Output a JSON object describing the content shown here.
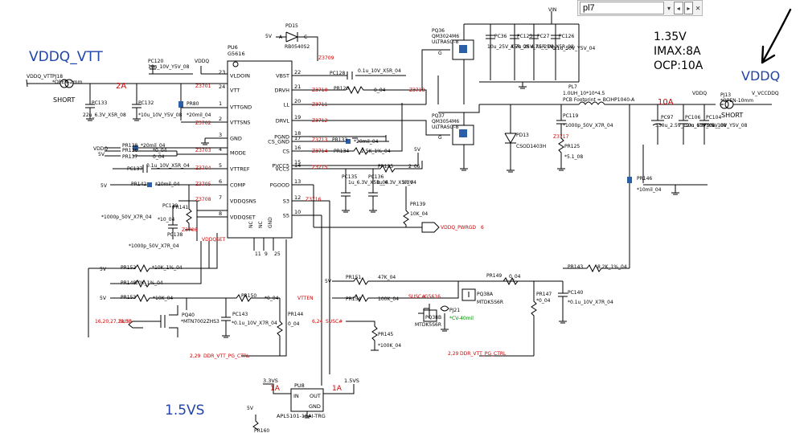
{
  "find_bar": {
    "query": "pl7"
  },
  "ann": {
    "vddq_vtt": "VDDQ_VTT",
    "vddq": "VDDQ",
    "v135": "1.35V",
    "imax": "IMAX:8A",
    "ocp": "OCP:10A",
    "v15vs": "1.5VS"
  },
  "ic_pu6": {
    "ref": "PU6",
    "part": "G5616",
    "left_pins": [
      {
        "num": "23",
        "name": "VLDOIN"
      },
      {
        "num": "24",
        "name": "VTT"
      },
      {
        "num": "1",
        "name": "VTTGND"
      },
      {
        "num": "2",
        "name": "VTTSNS"
      },
      {
        "num": "3",
        "name": "GND"
      },
      {
        "num": "4",
        "name": "MODE"
      },
      {
        "num": "5",
        "name": "VTTREF"
      },
      {
        "num": "6",
        "name": "COMP"
      },
      {
        "num": "7",
        "name": "VDDQSNS"
      },
      {
        "num": "8",
        "name": "VDDQSET"
      }
    ],
    "right_pins": [
      {
        "num": "22",
        "name": "VBST"
      },
      {
        "num": "21",
        "name": "DRVH"
      },
      {
        "num": "20",
        "name": "LL"
      },
      {
        "num": "19",
        "name": "DRVL"
      },
      {
        "num": "18",
        "name": "PGND"
      },
      {
        "num": "17",
        "name": "CS_GND"
      },
      {
        "num": "16",
        "name": "CS"
      },
      {
        "num": "15",
        "name": "PVCC5"
      },
      {
        "num": "14",
        "name": "VCC5"
      },
      {
        "num": "13",
        "name": "PGOOD"
      },
      {
        "num": "12",
        "name": "S3"
      },
      {
        "num": "10",
        "name": "S5"
      }
    ],
    "bottom_pins": [
      "NC",
      "NC",
      "GND"
    ],
    "bottom_nums": [
      "11",
      "9",
      "25"
    ]
  },
  "ic_pu8": {
    "ref": "PU8",
    "part": "APL5101-15AI-TRG",
    "pin_in": "IN",
    "pin_out": "OUT",
    "pin_gnd": "GND",
    "in_net": "3.3VS",
    "out_net": "1.5VS",
    "in_current": "1A",
    "out_current": "1A"
  },
  "labels": [
    {
      "t": "VDDQ_VTT",
      "c": "#000000"
    },
    {
      "t": "PJ18",
      "c": "#000000"
    },
    {
      "t": "*OPEN-2mm",
      "c": "#000000"
    },
    {
      "t": "SHORT",
      "c": "#000000"
    },
    {
      "t": "2A",
      "c": "#cc0000"
    },
    {
      "t": "PC120",
      "c": "#000000"
    },
    {
      "t": "10u_10V_Y5V_08",
      "c": "#000000"
    },
    {
      "t": "VDDQ",
      "c": "#000000"
    },
    {
      "t": "PC133",
      "c": "#000000"
    },
    {
      "t": "22u_6.3V_X5R_08",
      "c": "#000000"
    },
    {
      "t": "PC132",
      "c": "#000000"
    },
    {
      "t": "*10u_10V_Y5V_08",
      "c": "#000000"
    },
    {
      "t": "PR80",
      "c": "#000000"
    },
    {
      "t": "*20mil_04",
      "c": "#000000"
    },
    {
      "t": "Z3701",
      "c": "#cc0000"
    },
    {
      "t": "Z3702",
      "c": "#cc0000"
    },
    {
      "t": "PR138",
      "c": "#000000"
    },
    {
      "t": "PR136",
      "c": "#000000"
    },
    {
      "t": "PR137",
      "c": "#000000"
    },
    {
      "t": "*20mil_04",
      "c": "#000000"
    },
    {
      "t": "*0_04",
      "c": "#000000"
    },
    {
      "t": "0_04",
      "c": "#000000"
    },
    {
      "t": "VDDQ",
      "c": "#000000"
    },
    {
      "t": "5V",
      "c": "#000000"
    },
    {
      "t": "PC137",
      "c": "#000000"
    },
    {
      "t": "0.1u_10V_X5R_04",
      "c": "#000000"
    },
    {
      "t": "Z3703",
      "c": "#cc0000"
    },
    {
      "t": "Z3704",
      "c": "#cc0000"
    },
    {
      "t": "5V",
      "c": "#000000"
    },
    {
      "t": "PR142",
      "c": "#000000"
    },
    {
      "t": "*20mil_04",
      "c": "#000000"
    },
    {
      "t": "Z3705",
      "c": "#cc0000"
    },
    {
      "t": "PC139",
      "c": "#000000"
    },
    {
      "t": "PR141",
      "c": "#000000"
    },
    {
      "t": "*1000p_50V_X7R_04",
      "c": "#000000"
    },
    {
      "t": "*10_04",
      "c": "#000000"
    },
    {
      "t": "PC138",
      "c": "#000000"
    },
    {
      "t": "*1000p_50V_X7R_04",
      "c": "#000000"
    },
    {
      "t": "Z3706",
      "c": "#cc0000"
    },
    {
      "t": "Z3708",
      "c": "#cc0000"
    },
    {
      "t": "VDDQSET",
      "c": "#cc0000"
    },
    {
      "t": "PD15",
      "c": "#000000"
    },
    {
      "t": "RB0540S2",
      "c": "#000000"
    },
    {
      "t": "5V",
      "c": "#000000"
    },
    {
      "t": "A",
      "c": "#000000"
    },
    {
      "t": "C",
      "c": "#000000"
    },
    {
      "t": "Z3709",
      "c": "#cc0000"
    },
    {
      "t": "PC128",
      "c": "#000000"
    },
    {
      "t": "0.1u_10V_X5R_04",
      "c": "#000000"
    },
    {
      "t": "PR120",
      "c": "#000000"
    },
    {
      "t": "0_04",
      "c": "#000000"
    },
    {
      "t": "Z3710",
      "c": "#cc0000"
    },
    {
      "t": "Z3718",
      "c": "#cc0000"
    },
    {
      "t": "Z3711",
      "c": "#cc0000"
    },
    {
      "t": "Z3712",
      "c": "#cc0000"
    },
    {
      "t": "Z3713",
      "c": "#cc0000"
    },
    {
      "t": "PR133",
      "c": "#000000"
    },
    {
      "t": "*20mil_04",
      "c": "#000000"
    },
    {
      "t": "Z3714",
      "c": "#cc0000"
    },
    {
      "t": "PR134",
      "c": "#000000"
    },
    {
      "t": "2.5K_1%_04",
      "c": "#000000"
    },
    {
      "t": "5V",
      "c": "#000000"
    },
    {
      "t": "Z3715",
      "c": "#cc0000"
    },
    {
      "t": "PR135",
      "c": "#000000"
    },
    {
      "t": "2_06",
      "c": "#000000"
    },
    {
      "t": "PC135",
      "c": "#000000"
    },
    {
      "t": "1u_6.3V_X5R_04",
      "c": "#000000"
    },
    {
      "t": "PC136",
      "c": "#000000"
    },
    {
      "t": "1u_6.3V_X5R_04",
      "c": "#000000"
    },
    {
      "t": "3.3V",
      "c": "#000000"
    },
    {
      "t": "PR139",
      "c": "#000000"
    },
    {
      "t": "10K_04",
      "c": "#000000"
    },
    {
      "t": "Z3716",
      "c": "#cc0000"
    },
    {
      "t": "VDDQ_PWRGD",
      "c": "#cc0000"
    },
    {
      "t": "6",
      "c": "#cc0000"
    },
    {
      "t": "PQ36",
      "c": "#000000"
    },
    {
      "t": "QM3024M6",
      "c": "#000000"
    },
    {
      "t": "ULTRASO-8",
      "c": "#000000"
    },
    {
      "t": "G",
      "c": "#000000"
    },
    {
      "t": "PQ37",
      "c": "#000000"
    },
    {
      "t": "QM3054M6",
      "c": "#000000"
    },
    {
      "t": "ULTRASO-8",
      "c": "#000000"
    },
    {
      "t": "G",
      "c": "#000000"
    },
    {
      "t": "VIN",
      "c": "#000000"
    },
    {
      "t": "PC36",
      "c": "#000000"
    },
    {
      "t": "PC123",
      "c": "#000000"
    },
    {
      "t": "PC27",
      "c": "#000000"
    },
    {
      "t": "PC126",
      "c": "#000000"
    },
    {
      "t": "10u_25V_X5R_08",
      "c": "#000000"
    },
    {
      "t": "4.7u_25V_X5R_08",
      "c": "#000000"
    },
    {
      "t": "4.7u_25V_X5R_08",
      "c": "#000000"
    },
    {
      "t": "0.1u_50V_Y5V_04",
      "c": "#000000"
    },
    {
      "t": "PL7",
      "c": "#000000"
    },
    {
      "t": "1.0UH_10*10*4.5",
      "c": "#000000"
    },
    {
      "t": "PCB Footprint = BCIHP1040-A",
      "c": "#000000"
    },
    {
      "t": "PD13",
      "c": "#000000"
    },
    {
      "t": "CSOD1403H",
      "c": "#000000"
    },
    {
      "t": "PC119",
      "c": "#000000"
    },
    {
      "t": "*1000p_50V_X7R_04",
      "c": "#000000"
    },
    {
      "t": "Z3717",
      "c": "#cc0000"
    },
    {
      "t": "PR125",
      "c": "#000000"
    },
    {
      "t": "*5.1_08",
      "c": "#000000"
    },
    {
      "t": "10A",
      "c": "#cc0000"
    },
    {
      "t": "VDDQ",
      "c": "#000000"
    },
    {
      "t": "PJ13",
      "c": "#000000"
    },
    {
      "t": "*OPEN-10mm",
      "c": "#000000"
    },
    {
      "t": "SHORT",
      "c": "#000000"
    },
    {
      "t": "V_VCCDDQ",
      "c": "#000000"
    },
    {
      "t": "PC97",
      "c": "#000000"
    },
    {
      "t": "330u_2.5V_12m_6.6*5.9",
      "c": "#000000"
    },
    {
      "t": "PC106",
      "c": "#000000"
    },
    {
      "t": "10u_10V_Y5V_08",
      "c": "#000000"
    },
    {
      "t": "PC104",
      "c": "#000000"
    },
    {
      "t": "10u_10V_Y5V_08",
      "c": "#000000"
    },
    {
      "t": "PR146",
      "c": "#000000"
    },
    {
      "t": "*10mil_04",
      "c": "#000000"
    },
    {
      "t": "PR143",
      "c": "#000000"
    },
    {
      "t": "8.2K_1%_04",
      "c": "#000000"
    },
    {
      "t": "5V",
      "c": "#000000"
    },
    {
      "t": "PR152",
      "c": "#000000"
    },
    {
      "t": "*10K_1%_04",
      "c": "#000000"
    },
    {
      "t": "PR148",
      "c": "#000000"
    },
    {
      "t": "10K_1%_04",
      "c": "#000000"
    },
    {
      "t": "5V",
      "c": "#000000"
    },
    {
      "t": "PR153",
      "c": "#000000"
    },
    {
      "t": "*10K_04",
      "c": "#000000"
    },
    {
      "t": "16,20,27,29,30",
      "c": "#cc0000"
    },
    {
      "t": "SUSB",
      "c": "#cc0000"
    },
    {
      "t": "PQ40",
      "c": "#000000"
    },
    {
      "t": "*MTN7002ZHS3",
      "c": "#000000"
    },
    {
      "t": "PC143",
      "c": "#000000"
    },
    {
      "t": "*0.1u_10V_X7R_04",
      "c": "#000000"
    },
    {
      "t": "PR150",
      "c": "#000000"
    },
    {
      "t": "*0_04",
      "c": "#000000"
    },
    {
      "t": "VTTEN",
      "c": "#cc0000"
    },
    {
      "t": "PR144",
      "c": "#000000"
    },
    {
      "t": "0_04",
      "c": "#000000"
    },
    {
      "t": "2,29",
      "c": "#cc0000"
    },
    {
      "t": "DDR_VTT_PG_CTRL",
      "c": "#cc0000"
    },
    {
      "t": "5V",
      "c": "#000000"
    },
    {
      "t": "PR151",
      "c": "#000000"
    },
    {
      "t": "47K_04",
      "c": "#000000"
    },
    {
      "t": "PR154",
      "c": "#000000"
    },
    {
      "t": "100K_04",
      "c": "#000000"
    },
    {
      "t": "SUSC#",
      "c": "#cc0000"
    },
    {
      "t": "G5616",
      "c": "#cc0000"
    },
    {
      "t": "PJ21",
      "c": "#000000"
    },
    {
      "t": "*CV-40mil",
      "c": "#008800"
    },
    {
      "t": "6,24",
      "c": "#cc0000"
    },
    {
      "t": "SUSC#",
      "c": "#cc0000"
    },
    {
      "t": "PQ38B",
      "c": "#000000"
    },
    {
      "t": "MTDK5S6R",
      "c": "#000000"
    },
    {
      "t": "PR145",
      "c": "#000000"
    },
    {
      "t": "*100K_04",
      "c": "#000000"
    },
    {
      "t": "PQ38A",
      "c": "#000000"
    },
    {
      "t": "MTDK5S6R",
      "c": "#000000"
    },
    {
      "t": "PR149",
      "c": "#000000"
    },
    {
      "t": "0_04",
      "c": "#000000"
    },
    {
      "t": "PR147",
      "c": "#000000"
    },
    {
      "t": "*0_04",
      "c": "#000000"
    },
    {
      "t": "PC140",
      "c": "#000000"
    },
    {
      "t": "*0.1u_10V_X7R_04",
      "c": "#000000"
    },
    {
      "t": "2,29",
      "c": "#cc0000"
    },
    {
      "t": "DDR_VTT_PG_CTRL",
      "c": "#cc0000"
    },
    {
      "t": "5V",
      "c": "#000000"
    },
    {
      "t": "PR160",
      "c": "#000000"
    }
  ]
}
